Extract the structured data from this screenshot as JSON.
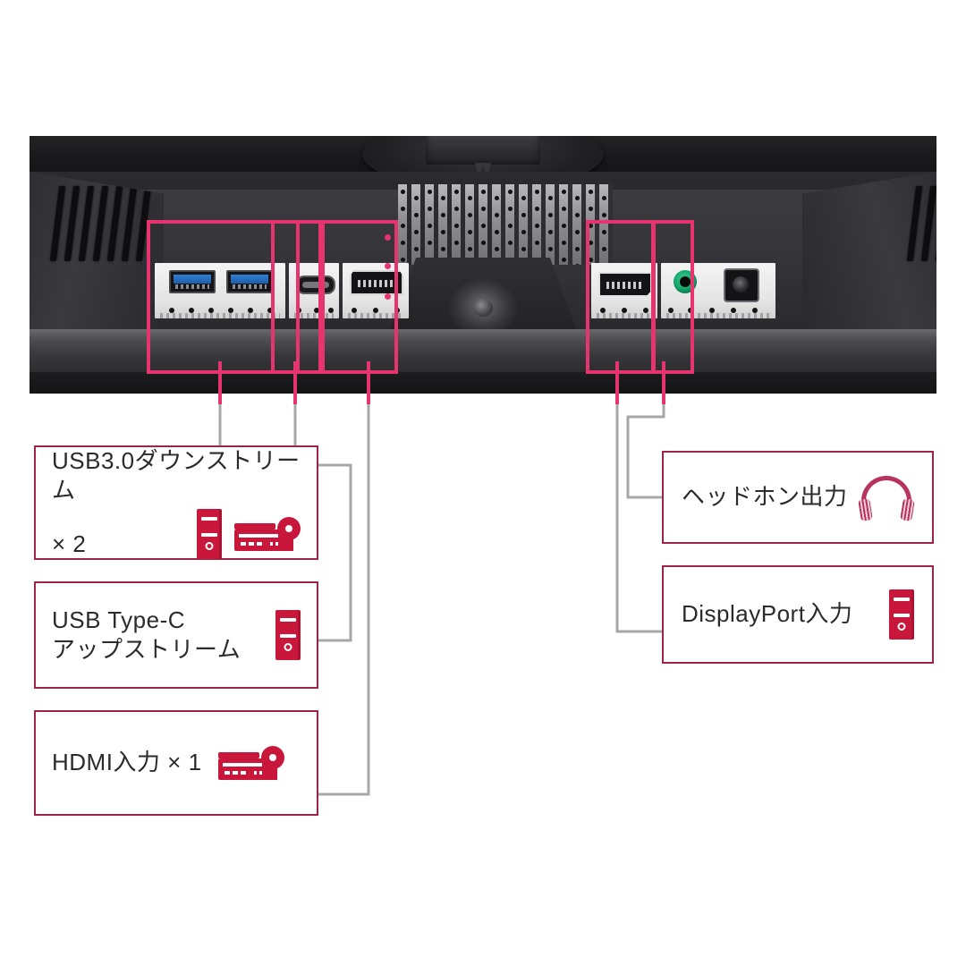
{
  "diagram": {
    "title": "Monitor rear port layout",
    "device": "computer monitor rear view",
    "accent_color": "#e6356e",
    "box_border_color": "#9d2546",
    "icon_color": "#c9173c",
    "leader_line_color": "#9a9a9a"
  },
  "callouts": [
    {
      "id": "usb3-downstream",
      "label_line1": "USB3.0ダウンストリーム",
      "label_line2": "× 2",
      "icons": [
        "pc-tower-icon",
        "disc-player-icon"
      ]
    },
    {
      "id": "usb-type-c-upstream",
      "label_line1": "USB Type-C",
      "label_line2": "アップストリーム",
      "icons": [
        "pc-tower-icon"
      ]
    },
    {
      "id": "hdmi-input",
      "label_line1": "HDMI入力 × 1",
      "label_line2": "",
      "icons": [
        "disc-player-icon"
      ]
    },
    {
      "id": "headphone-output",
      "label_line1": "ヘッドホン出力",
      "label_line2": "",
      "icons": [
        "headphones-icon"
      ]
    },
    {
      "id": "displayport-input",
      "label_line1": "DisplayPort入力",
      "label_line2": "",
      "icons": [
        "pc-tower-icon"
      ]
    }
  ],
  "ports": [
    {
      "id": "usb-a-1",
      "type": "usb-a-port-icon",
      "color": "#2f7fd1"
    },
    {
      "id": "usb-a-2",
      "type": "usb-a-port-icon",
      "color": "#2f7fd1"
    },
    {
      "id": "usb-c",
      "type": "usb-c-port-icon",
      "color": "#76767c"
    },
    {
      "id": "hdmi",
      "type": "hdmi-port-icon",
      "color": "#141416"
    },
    {
      "id": "displayport",
      "type": "displayport-port-icon",
      "color": "#141416"
    },
    {
      "id": "headphone-jack",
      "type": "audio-jack-icon",
      "color": "#16a86d"
    },
    {
      "id": "dc-power",
      "type": "dc-power-jack-icon",
      "color": "#141416"
    }
  ]
}
